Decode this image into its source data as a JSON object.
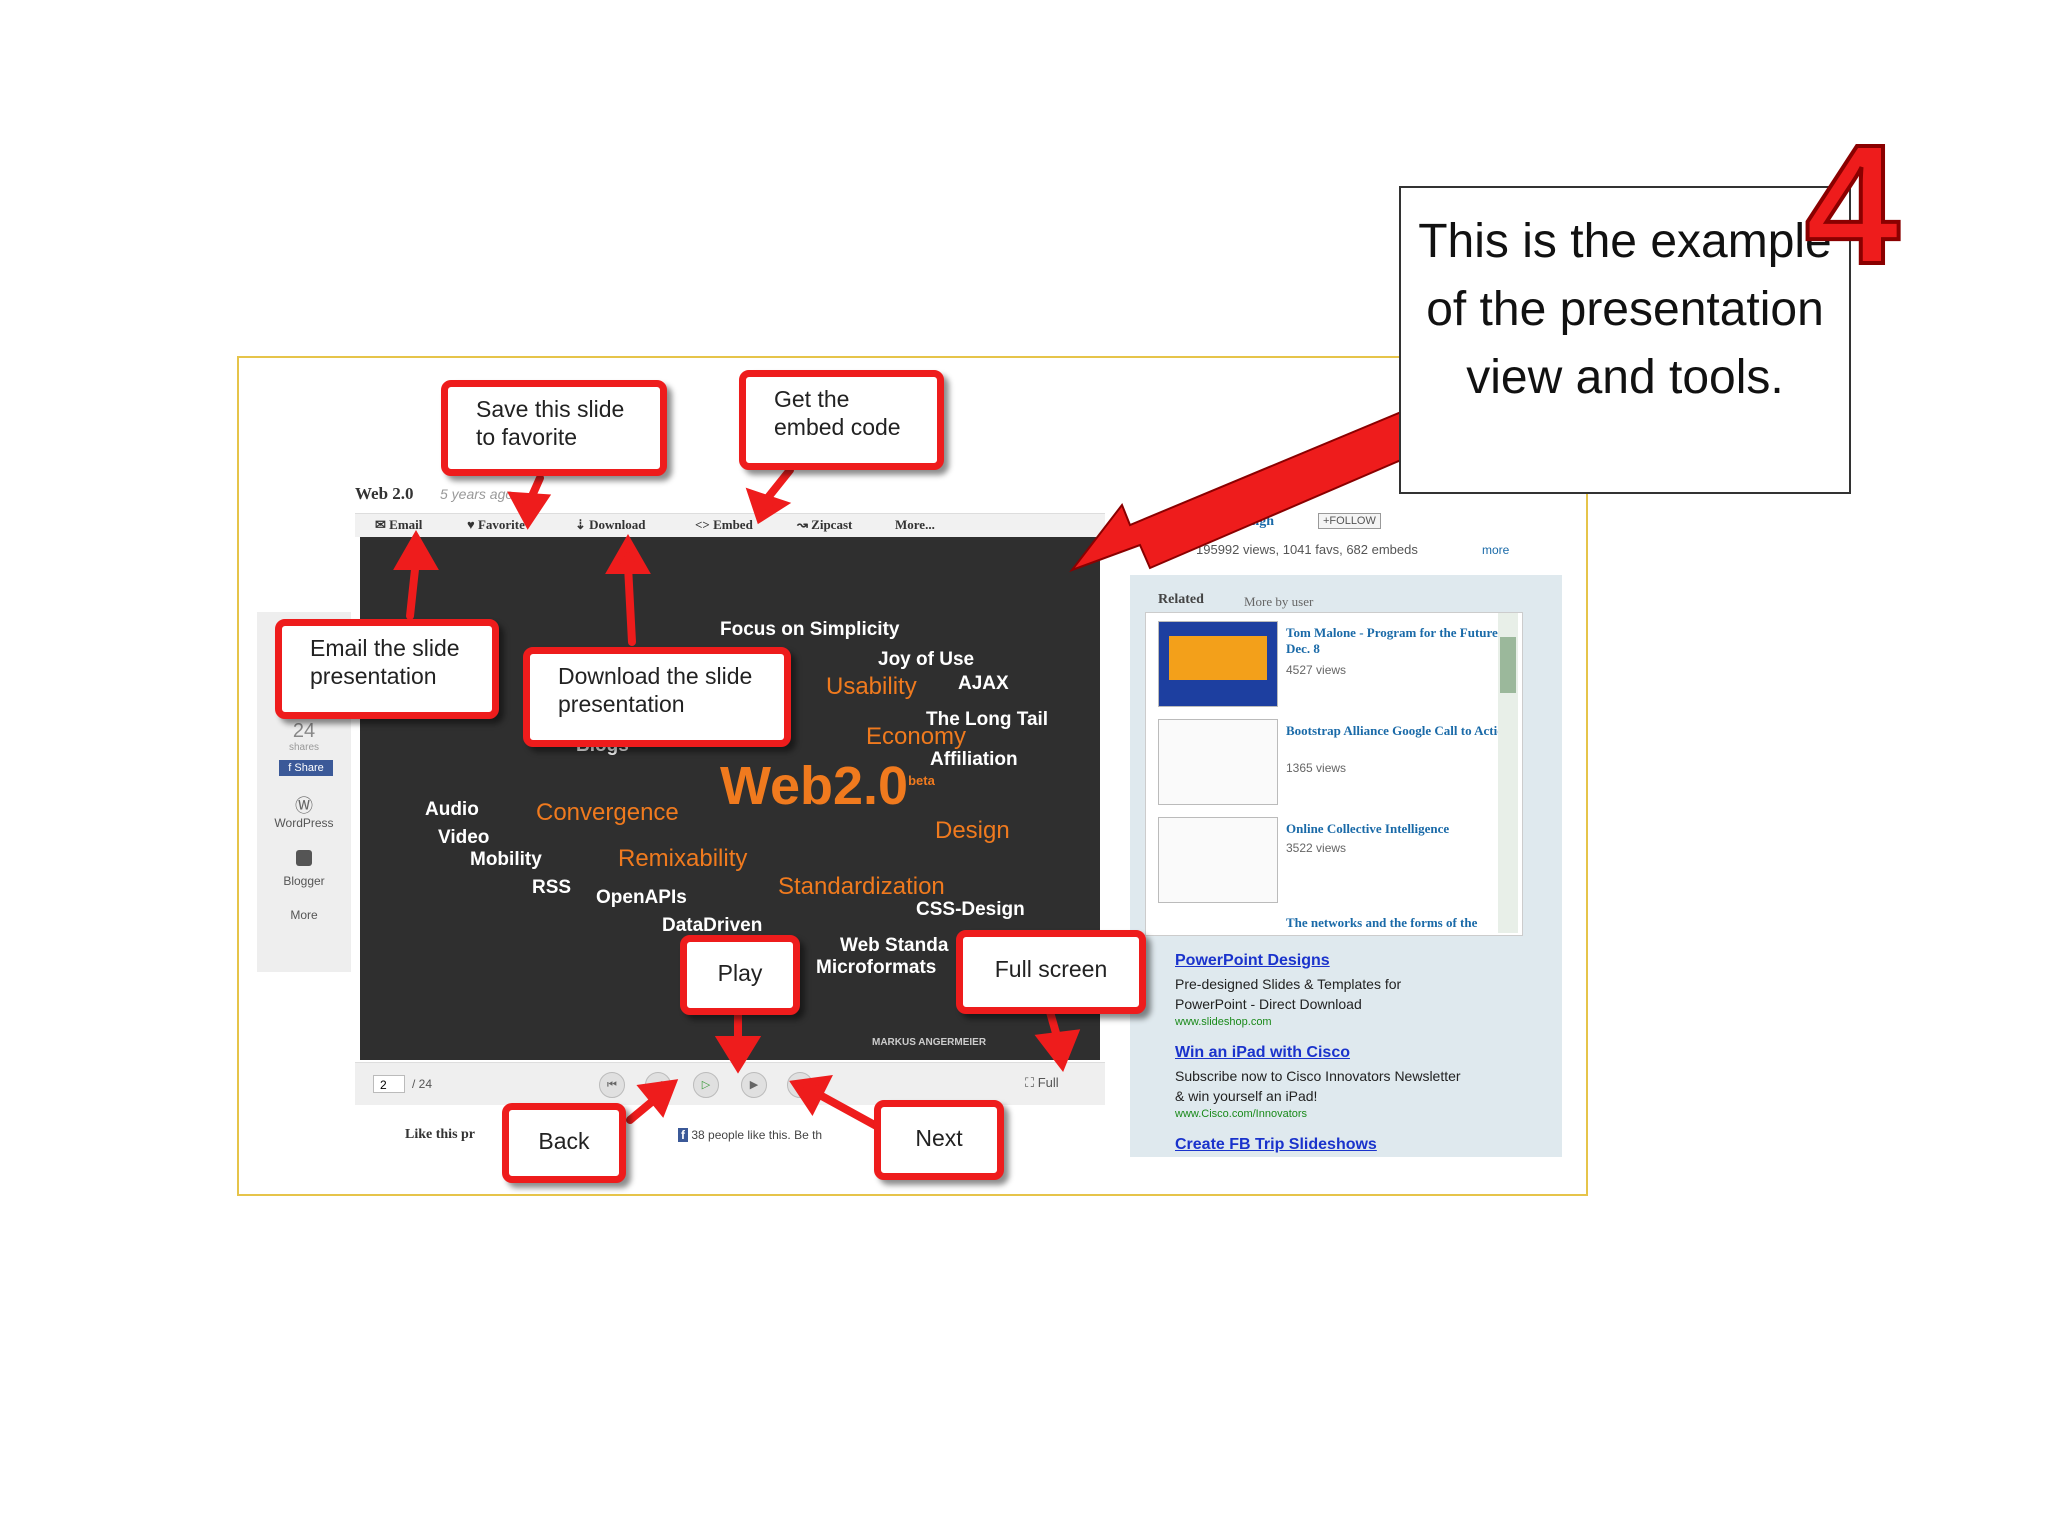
{
  "note": {
    "text": "This is the example of the presentation view and tools.",
    "step_number": "4"
  },
  "page": {
    "title": "Web 2.0",
    "age": "5 years ago"
  },
  "toolbar": [
    "Email",
    "Favorite",
    "Download",
    "<> Embed",
    "Zipcast",
    "More..."
  ],
  "author_bar": {
    "name": "jeetSingh",
    "follow": "+FOLLOW",
    "stats": "195992 views, 1041 favs, 682 embeds",
    "more": "more"
  },
  "slide_words": {
    "main": "Web2.0",
    "beta": "beta",
    "words": [
      "Focus on Simplicity",
      "Joy of Use",
      "AJAX",
      "Usability",
      "The Long Tail",
      "Economy",
      "Affiliation",
      "Audio",
      "Convergence",
      "Design",
      "Video",
      "Mobility",
      "Remixability",
      "RSS",
      "OpenAPIs",
      "Standardization",
      "CSS-Design",
      "DataDriven",
      "Web Standa",
      "Microformats",
      "Blogs"
    ],
    "credit": "MARKUS ANGERMEIER"
  },
  "controls": {
    "current_page": "2",
    "total_pages": "/ 24",
    "full_label": "Full"
  },
  "share_sidebar": {
    "count": "24",
    "count_label": "shares",
    "share": "Share",
    "wordpress": "WordPress",
    "blogger": "Blogger",
    "more": "More"
  },
  "like_bar": {
    "text": "Like this pr",
    "fb_text": "38 people like this. Be th"
  },
  "related": {
    "tabs": [
      "Related",
      "More by user"
    ],
    "items": [
      {
        "title": "Tom Malone - Program for the Future Dec. 8",
        "views": "4527 views"
      },
      {
        "title": "Bootstrap Alliance Google Call to Action",
        "views": "1365 views"
      },
      {
        "title": "Online Collective Intelligence",
        "views": "3522 views"
      },
      {
        "title": "The networks and the forms of the collective intelligence",
        "views": ""
      }
    ]
  },
  "ads": [
    {
      "title": "PowerPoint Designs",
      "text": "Pre-designed Slides & Templates for PowerPoint - Direct Download",
      "url": "www.slideshop.com"
    },
    {
      "title": "Win an iPad with Cisco",
      "text": "Subscribe now to Cisco Innovators Newsletter & win yourself an iPad!",
      "url": "www.Cisco.com/Innovators"
    },
    {
      "title": "Create FB Trip Slideshows",
      "text": "",
      "url": ""
    }
  ],
  "callouts": {
    "favorite": "Save this slide to favorite",
    "embed": "Get the embed code",
    "email": "Email the slide presentation",
    "download": "Download the slide presentation",
    "play": "Play",
    "fullscreen": "Full screen",
    "back": "Back",
    "next": "Next"
  },
  "colors": {
    "callout_border": "#ee1c1c",
    "slide_bg": "#2f2f2f",
    "orange": "#f07a1e",
    "link": "#1a6aa8"
  }
}
